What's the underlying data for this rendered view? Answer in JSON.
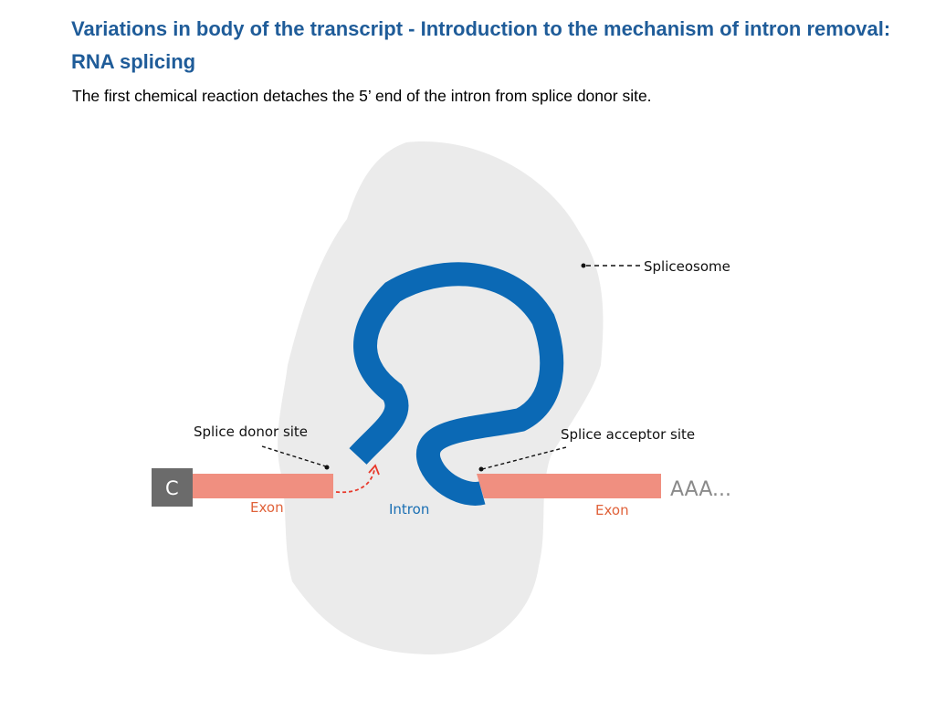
{
  "slide": {
    "title": "Variations in body of the transcript - Introduction to the mechanism of intron removal: RNA splicing",
    "subtitle": "The first chemical reaction detaches the 5’ end of the intron from splice donor site."
  },
  "diagram": {
    "labels": {
      "spliceosome": "Spliceosome",
      "donor_site": "Splice donor site",
      "acceptor_site": "Splice acceptor site",
      "exon_left": "Exon",
      "exon_right": "Exon",
      "intron": "Intron",
      "cap": "C",
      "poly_a": "AAA..."
    },
    "colors": {
      "title": "#1f5c99",
      "spliceosome": "#ebebeb",
      "exon": "#f08f80",
      "intron": "#0b69b5",
      "exon_label": "#e0623a",
      "cap": "#6b6b6b",
      "reaction_arrow": "#e8392b"
    },
    "icons": [
      "cap-icon",
      "reaction-arrow-icon",
      "pointer-dot-icon"
    ]
  }
}
